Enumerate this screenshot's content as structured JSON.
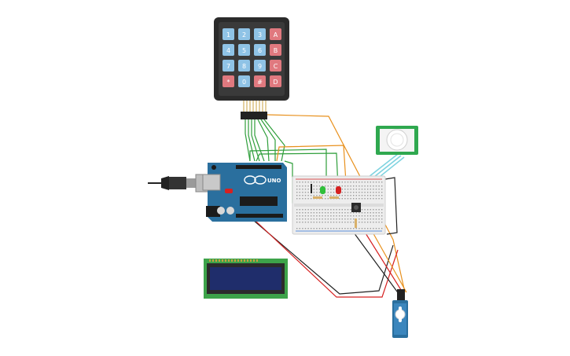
{
  "colors": {
    "keypad_body": "#2b2b2b",
    "key_number": "#8fc3e6",
    "key_letter": "#e0797f",
    "arduino": "#2a6f9e",
    "breadboard": "#ededed",
    "pir_board": "#2fa84f",
    "lcd_board": "#3da34a",
    "lcd_screen": "#1f2d6b",
    "servo": "#2a6f9e",
    "wire_orange": "#e8901c",
    "wire_green": "#2e9e3a",
    "wire_red": "#d62020",
    "wire_black": "#222222",
    "wire_cyan": "#7fd3e0"
  },
  "keypad": {
    "rows": [
      [
        "1",
        "2",
        "3",
        "A"
      ],
      [
        "4",
        "5",
        "6",
        "B"
      ],
      [
        "7",
        "8",
        "9",
        "C"
      ],
      [
        "*",
        "0",
        "#",
        "D"
      ]
    ]
  },
  "arduino": {
    "logo": "UNO",
    "icons": [
      "usb-plug-icon",
      "power-jack-icon"
    ]
  },
  "components": [
    "keypad",
    "arduino-uno",
    "breadboard",
    "pir-sensor",
    "lcd-16x2",
    "servo-motor",
    "pushbutton",
    "red-led",
    "green-led"
  ]
}
